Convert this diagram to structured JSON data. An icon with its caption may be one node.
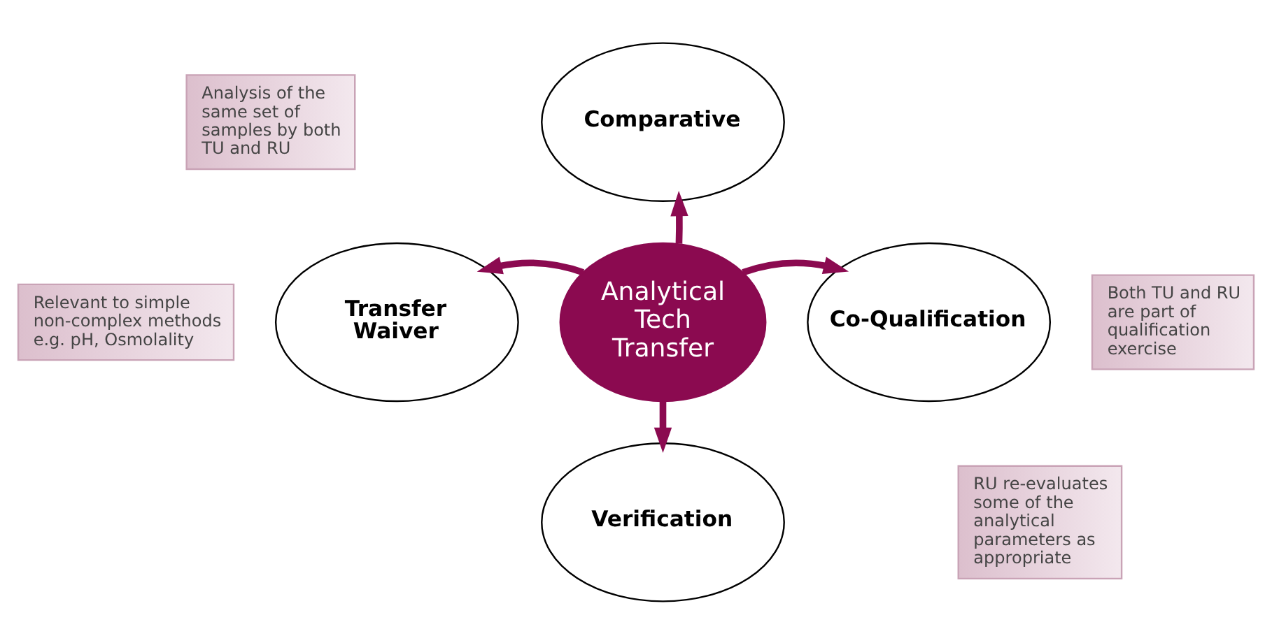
{
  "diagram": {
    "nodes": [
      {
        "text": [
          "Analytical Tech Transfer"
        ]
      },
      {
        "text": [
          "Comparative"
        ]
      },
      {
        "text": [
          "Co-Qualification"
        ]
      },
      {
        "text": [
          "Verification"
        ]
      },
      {
        "text": [
          "Transfer Waiver"
        ]
      },
      {
        "text": [
          "Analysis of the same set of samples by both TU and RU"
        ]
      },
      {
        "text": [
          "Both TU and RU are part of qualification exercise"
        ]
      },
      {
        "text": [
          "RU re-evaluates some of the analytical parameters as appropriate"
        ]
      },
      {
        "text": [
          "Relevant to simple non-complex methods e.g. pH, Osmolality"
        ]
      }
    ],
    "edges": [
      {
        "from": 0,
        "to": 1,
        "arrow": "to"
      },
      {
        "from": 0,
        "to": 2,
        "arrow": "to"
      },
      {
        "from": 0,
        "to": 3,
        "arrow": "to"
      },
      {
        "from": 0,
        "to": 4,
        "arrow": "to"
      }
    ]
  }
}
